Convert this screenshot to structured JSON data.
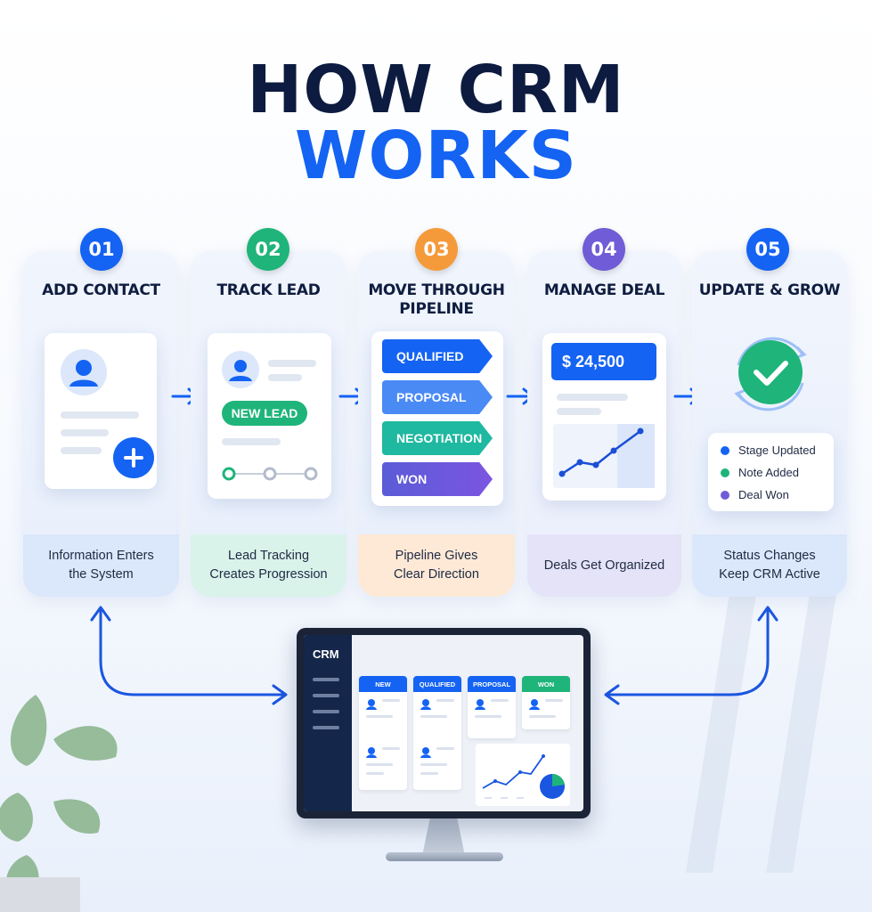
{
  "title": {
    "line1": "HOW CRM",
    "line2": "WORKS"
  },
  "colors": {
    "blue": "#1463f3",
    "green": "#1fb47a",
    "orange": "#f59a3a",
    "purple": "#6f5cd6",
    "navy": "#0c1b3f"
  },
  "steps": [
    {
      "number": "01",
      "heading": "ADD CONTACT",
      "footer": "Information Enters\nthe System",
      "color": "#1463f3"
    },
    {
      "number": "02",
      "heading": "TRACK LEAD",
      "footer": "Lead Tracking\nCreates Progression",
      "color": "#1fb47a",
      "badge_label": "NEW LEAD"
    },
    {
      "number": "03",
      "heading": "MOVE THROUGH\nPIPELINE",
      "footer": "Pipeline Gives\nClear Direction",
      "color": "#f59a3a",
      "stages": [
        "QUALIFIED",
        "PROPOSAL",
        "NEGOTIATION",
        "WON"
      ]
    },
    {
      "number": "04",
      "heading": "MANAGE DEAL",
      "footer": "Deals Get Organized",
      "color": "#6f5cd6",
      "amount": "$ 24,500"
    },
    {
      "number": "05",
      "heading": "UPDATE & GROW",
      "footer": "Status Changes\nKeep CRM Active",
      "color": "#1463f3",
      "updates": [
        "Stage Updated",
        "Note Added",
        "Deal Won"
      ]
    }
  ],
  "monitor": {
    "logo": "CRM",
    "columns": [
      "NEW",
      "QUALIFIED",
      "PROPOSAL",
      "WON"
    ]
  }
}
